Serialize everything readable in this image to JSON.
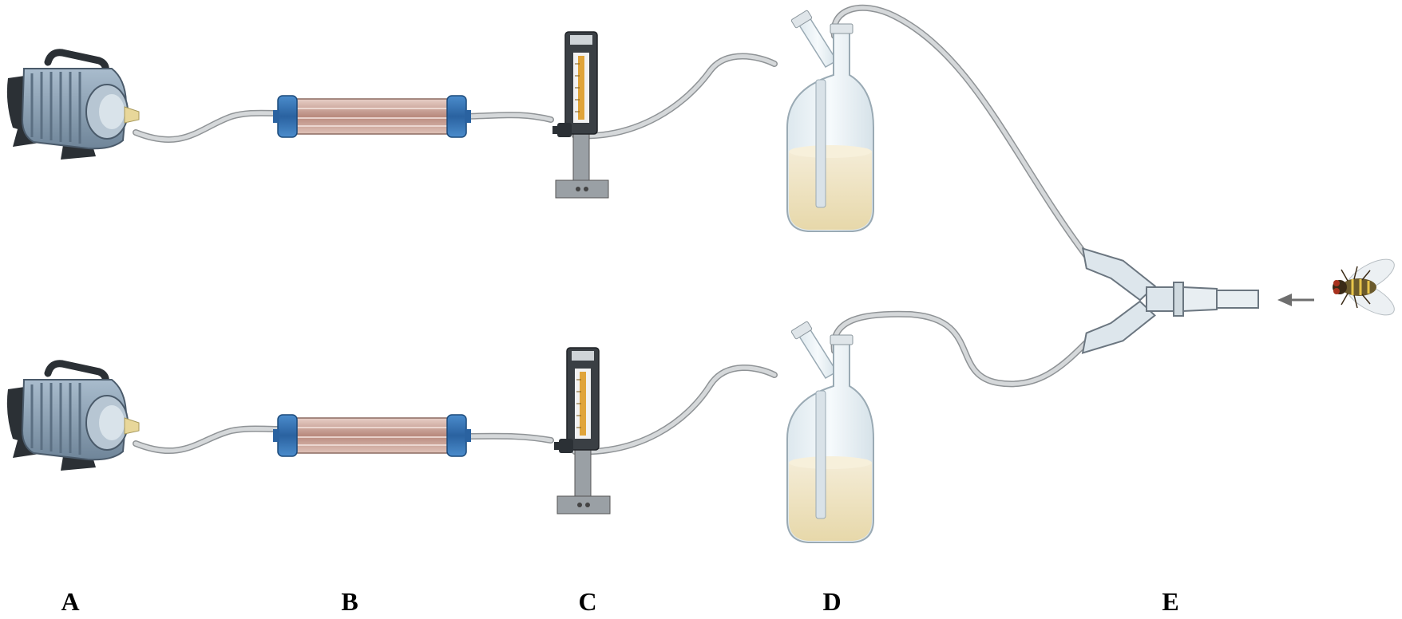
{
  "labels": {
    "a": "A",
    "b": "B",
    "c": "C",
    "d": "D",
    "e": "E"
  },
  "components": {
    "a": "air-pump-icon",
    "b": "filter-cartridge-icon",
    "c": "flowmeter-icon",
    "d": "gas-washing-bottle-icon",
    "e": "y-tube-olfactometer-icon",
    "insect": "fly-icon"
  },
  "colors": {
    "tubing": "#d5d8da",
    "tubing_edge": "#8f9396",
    "pump_body": "#8aa0b4",
    "pump_dark": "#2b3035",
    "filter_cap": "#2f6fb0",
    "filter_glass": "#c9a49a",
    "liquid": "#efe4c4",
    "glass": "#e9f1f5",
    "arrow": "#6e6e6e"
  }
}
